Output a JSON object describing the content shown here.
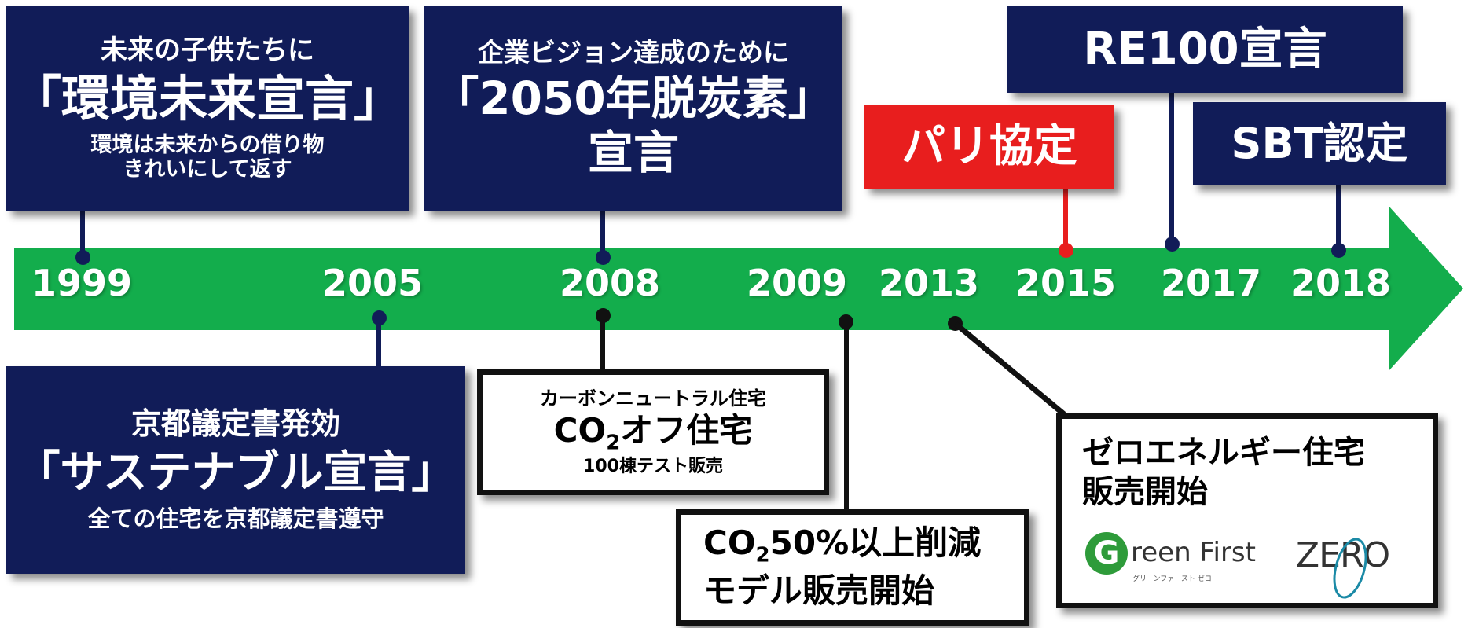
{
  "timeline": {
    "years": [
      "1999",
      "2005",
      "2008",
      "2009",
      "2013",
      "2015",
      "2017",
      "2018"
    ],
    "arrow_color": "#13ad4c",
    "box_color": "#111c58",
    "highlight_color": "#e81e1e"
  },
  "boxes": {
    "y1999": {
      "line1": "未来の子供たちに",
      "line2": "「環境未来宣言」",
      "line3": "環境は未来からの借り物",
      "line4": "きれいにして返す"
    },
    "y2008_top": {
      "line1": "企業ビジョン達成のために",
      "line2": "「2050年脱炭素」",
      "line3": "宣言"
    },
    "paris": {
      "label": "パリ協定"
    },
    "re100": {
      "label": "RE100宣言"
    },
    "sbt": {
      "label": "SBT認定"
    },
    "y2005": {
      "line1": "京都議定書発効",
      "line2": "「サステナブル宣言」",
      "line3": "全ての住宅を京都議定書遵守"
    },
    "y2008_bottom": {
      "line1": "カーボンニュートラル住宅",
      "co": "CO",
      "sub": "2",
      "rest": "オフ住宅",
      "line3": "100棟テスト販売"
    },
    "y2009": {
      "co": "CO",
      "sub": "2",
      "rest": "50%以上削減",
      "line2": "モデル販売開始"
    },
    "y2013": {
      "line1": "ゼロエネルギー住宅",
      "line2": "販売開始",
      "logo_g": "G",
      "logo_text": "reen First",
      "logo_zero": "ZERO",
      "logo_small": "グリーンファースト ゼロ"
    }
  }
}
